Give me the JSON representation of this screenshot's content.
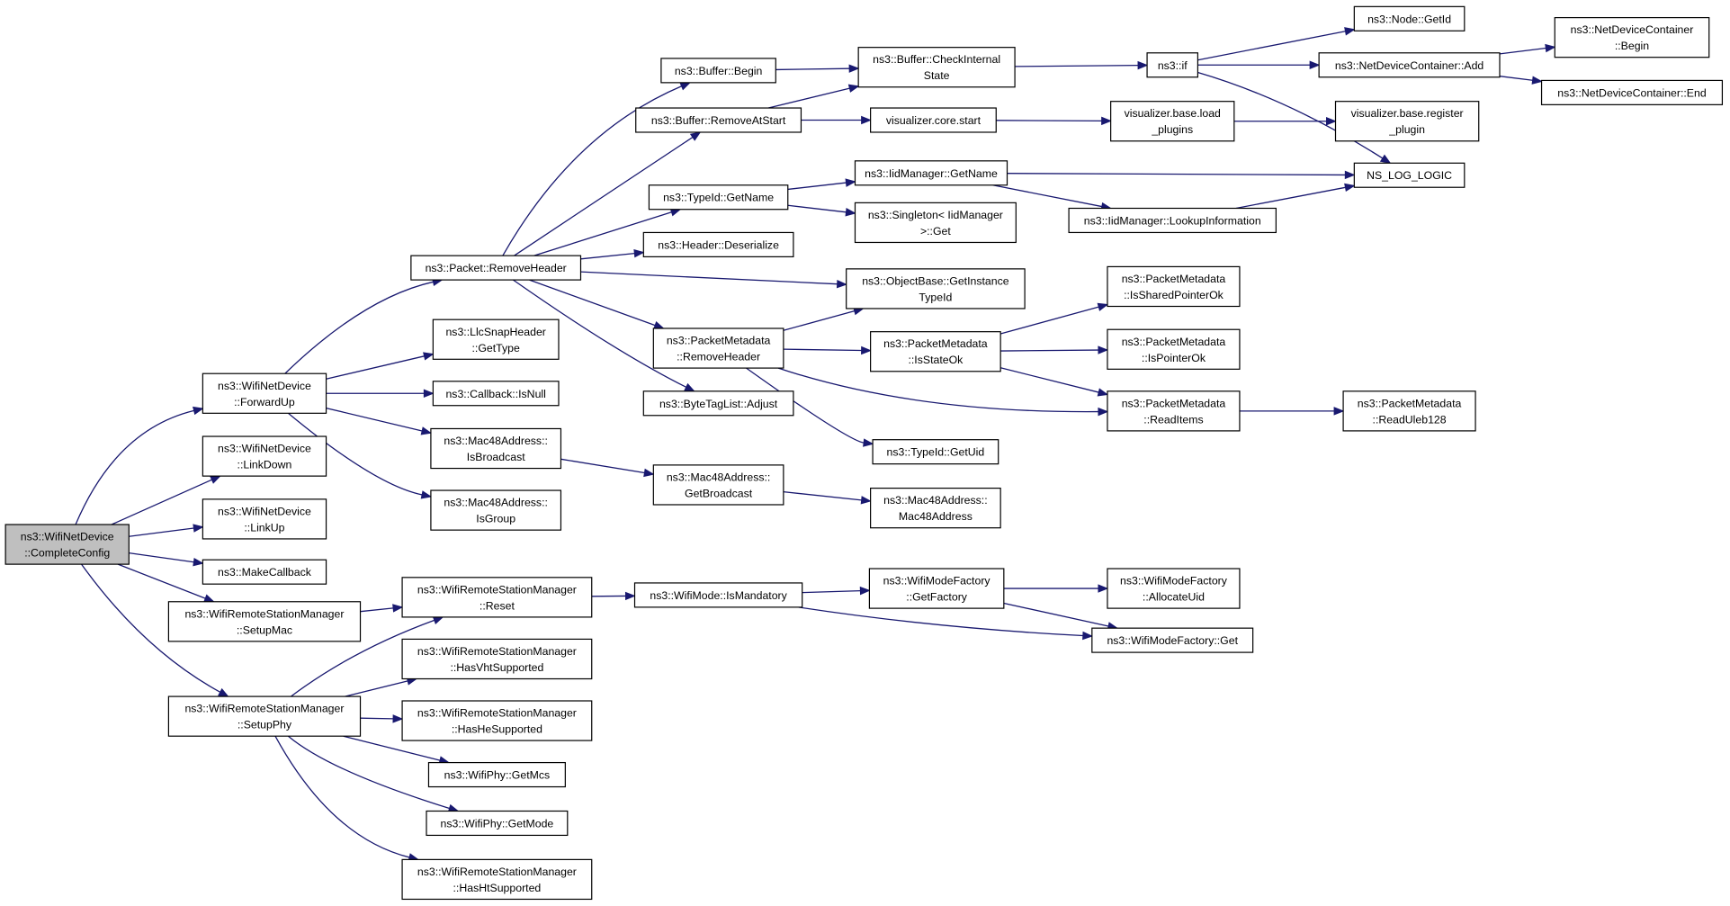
{
  "diagram": {
    "colors": {
      "edge": "#191970",
      "node_border": "#000000",
      "root_fill": "#bfbfbf",
      "node_fill": "#ffffff"
    },
    "nodes": {
      "root": [
        "ns3::WifiNetDevice",
        "::CompleteConfig"
      ],
      "forwardup": [
        "ns3::WifiNetDevice",
        "::ForwardUp"
      ],
      "linkdown": [
        "ns3::WifiNetDevice",
        "::LinkDown"
      ],
      "linkup": [
        "ns3::WifiNetDevice",
        "::LinkUp"
      ],
      "makecallback": [
        "ns3::MakeCallback"
      ],
      "setupmac": [
        "ns3::WifiRemoteStationManager",
        "::SetupMac"
      ],
      "setupphy": [
        "ns3::WifiRemoteStationManager",
        "::SetupPhy"
      ],
      "removeheader": [
        "ns3::Packet::RemoveHeader"
      ],
      "llcsnap": [
        "ns3::LlcSnapHeader",
        "::GetType"
      ],
      "isnull": [
        "ns3::Callback::IsNull"
      ],
      "isbroadcast": [
        "ns3::Mac48Address::",
        "IsBroadcast"
      ],
      "isgroup": [
        "ns3::Mac48Address::",
        "IsGroup"
      ],
      "rsmreset": [
        "ns3::WifiRemoteStationManager",
        "::Reset"
      ],
      "hasvht": [
        "ns3::WifiRemoteStationManager",
        "::HasVhtSupported"
      ],
      "hashe": [
        "ns3::WifiRemoteStationManager",
        "::HasHeSupported"
      ],
      "getmcs": [
        "ns3::WifiPhy::GetMcs"
      ],
      "getmode": [
        "ns3::WifiPhy::GetMode"
      ],
      "hasht": [
        "ns3::WifiRemoteStationManager",
        "::HasHtSupported"
      ],
      "bufbegin": [
        "ns3::Buffer::Begin"
      ],
      "bufremove": [
        "ns3::Buffer::RemoveAtStart"
      ],
      "typeidname": [
        "ns3::TypeId::GetName"
      ],
      "hdrdeser": [
        "ns3::Header::Deserialize"
      ],
      "pmremove": [
        "ns3::PacketMetadata",
        "::RemoveHeader"
      ],
      "btladjust": [
        "ns3::ByteTagList::Adjust"
      ],
      "getbroadcast": [
        "ns3::Mac48Address::",
        "GetBroadcast"
      ],
      "ismandatory": [
        "ns3::WifiMode::IsMandatory"
      ],
      "checkinternal": [
        "ns3::Buffer::CheckInternal",
        "State"
      ],
      "vizstart": [
        "visualizer.core.start"
      ],
      "iidname": [
        "ns3::IidManager::GetName"
      ],
      "singleton": [
        "ns3::Singleton< IidManager",
        ">::Get"
      ],
      "getinsttype": [
        "ns3::ObjectBase::GetInstance",
        "TypeId"
      ],
      "isstateok": [
        "ns3::PacketMetadata",
        "::IsStateOk"
      ],
      "getuid": [
        "ns3::TypeId::GetUid"
      ],
      "mac48ctor": [
        "ns3::Mac48Address::",
        "Mac48Address"
      ],
      "getfactory": [
        "ns3::WifiModeFactory",
        "::GetFactory"
      ],
      "nsif": [
        "ns3::if"
      ],
      "loadplugins": [
        "visualizer.base.load",
        "_plugins"
      ],
      "lookupinfo": [
        "ns3::IidManager::LookupInformation"
      ],
      "issharedptr": [
        "ns3::PacketMetadata",
        "::IsSharedPointerOk"
      ],
      "isptrok": [
        "ns3::PacketMetadata",
        "::IsPointerOk"
      ],
      "readitems": [
        "ns3::PacketMetadata",
        "::ReadItems"
      ],
      "allocuid": [
        "ns3::WifiModeFactory",
        "::AllocateUid"
      ],
      "wmfget": [
        "ns3::WifiModeFactory::Get"
      ],
      "nodegetid": [
        "ns3::Node::GetId"
      ],
      "ndcadd": [
        "ns3::NetDeviceContainer::Add"
      ],
      "registerplugin": [
        "visualizer.base.register",
        "_plugin"
      ],
      "nslog": [
        "NS_LOG_LOGIC"
      ],
      "readuleb": [
        "ns3::PacketMetadata",
        "::ReadUleb128"
      ],
      "ndcbegin": [
        "ns3::NetDeviceContainer",
        "::Begin"
      ],
      "ndcend": [
        "ns3::NetDeviceContainer::End"
      ]
    }
  }
}
